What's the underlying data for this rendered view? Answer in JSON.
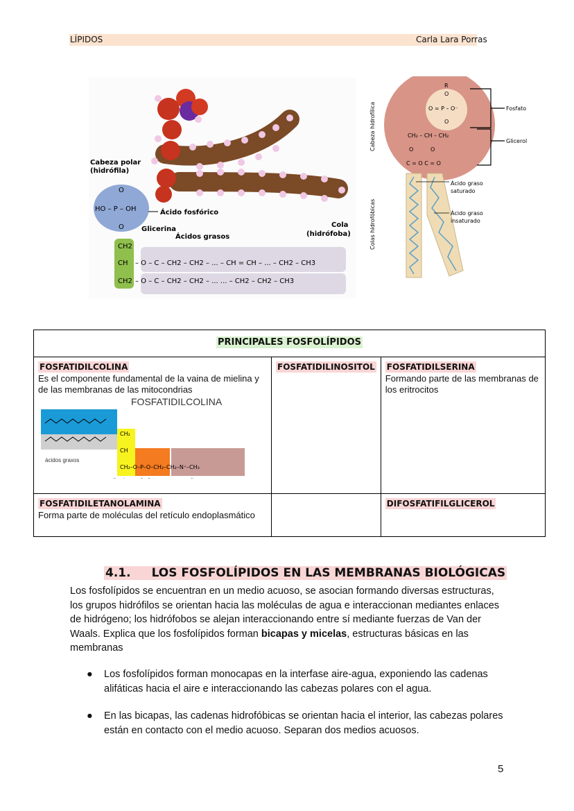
{
  "header": {
    "left": "LÍPIDOS",
    "right": "Carla Lara Porras"
  },
  "figure1": {
    "label_head": [
      "Cabeza polar",
      "(hidrófila)"
    ],
    "label_phosphoric": "Ácido fosfórico",
    "label_glycerin": "Glicerina",
    "label_fatty": "Ácidos grasos",
    "label_tail": [
      "Cola",
      "(hidrófoba)"
    ],
    "phosphate_O_top": "O",
    "phosphate_line": "HO – P – OH",
    "phosphate_O_bottom": "O",
    "glycerol": [
      "CH2",
      "CH",
      "CH2"
    ],
    "chain1": "– O – C – CH2 – CH2 – ... – CH = CH – ... – CH2 – CH3",
    "chain2": "– O – C – CH2 – CH2 – ...                ... – CH2 – CH2 – CH3"
  },
  "figure2": {
    "label_head": "Cabeza hidrofílica",
    "label_tails": "Colas hidrofóbicas",
    "label_phosphate": "Fosfato",
    "label_glycerol": "Glicerol",
    "label_saturated": [
      "Ácido graso",
      "saturado"
    ],
    "label_unsaturated": [
      "Ácido graso",
      "insaturado"
    ]
  },
  "table": {
    "title": "PRINCIPALES FOSFOLÍPIDOS",
    "cells": [
      {
        "name": "FOSFATIDILCOLINA",
        "desc": "Es el componente fundamental de la vaina de mielina y de las membranas de las mitocondrias"
      },
      {
        "name": "FOSFATIDILINOSITOL",
        "desc": ""
      },
      {
        "name": "FOSFATIDILSERINA",
        "desc": "Formando parte de las membranas de los eritrocitos"
      },
      {
        "name": "FOSFATIDILETANOLAMINA",
        "desc": "Forma parte de moléculas del retículo endoplasmático"
      },
      {
        "name": "",
        "desc": ""
      },
      {
        "name": "DIFOSFATIFILGLICEROL",
        "desc": ""
      }
    ],
    "diagram": {
      "title": "FOSFATIDILCOLINA",
      "acids": "ácidos graxos",
      "glycerin": "glicerina",
      "phosphate": "fosfato",
      "choline": "colina"
    }
  },
  "section": {
    "number": "4.1.",
    "title": "LOS FOSFOLÍPIDOS EN LAS MEMBRANAS BIOLÓGICAS",
    "para_pre": "Los fosfolípidos se encuentran en un medio acuoso, se asocian formando diversas estructuras, los grupos hidrófilos se orientan hacia las moléculas de agua e interaccionan mediantes enlaces de hidrógeno; los hidrófobos se alejan interaccionando entre sí mediante fuerzas de Van der Waals. Explica que los fosfolípidos forman ",
    "para_bold": "bicapas y micelas",
    "para_post": ", estructuras básicas en las membranas",
    "bullets": [
      "Los fosfolípidos forman monocapas en la interfase aire-agua, exponiendo las cadenas alifáticas hacia el aire e interaccionando las cabezas polares con el agua.",
      "En las bicapas, las cadenas hidrofóbicas se orientan hacia el interior, las cabezas polares están en contacto con el medio acuoso. Separan dos medios acuosos."
    ]
  },
  "page_number": "5"
}
